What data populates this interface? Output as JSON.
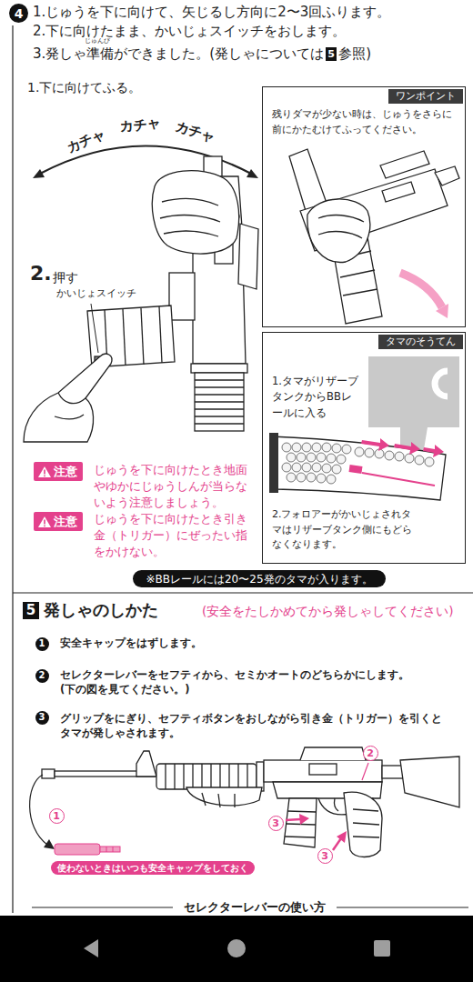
{
  "diagram": {
    "nodes": [
      {
        "text": [
          "4"
        ]
      },
      {
        "text": [
          "5"
        ]
      },
      {
        "text": [
          "注意"
        ]
      },
      {
        "text": [
          "注意"
        ]
      },
      {
        "text": [
          "ワンポイント",
          "残りダマが少ない時は、じゅうをさらに前にかたむけてふってください。"
        ]
      },
      {
        "text": [
          "タマのそうてん",
          "1.タマがリザーブタンクからBBレールに入る",
          "2.フォロアーがかいじょされタマはリザーブタンク側にもどらなくなります。"
        ]
      },
      {
        "text": [
          "※BBレールには20〜25発のタマが入ります。"
        ]
      },
      {
        "text": [
          "5"
        ]
      },
      {
        "text": [
          "1"
        ]
      },
      {
        "text": [
          "2"
        ]
      },
      {
        "text": [
          "3"
        ]
      },
      {
        "text": [
          "1"
        ]
      },
      {
        "text": [
          "2"
        ]
      },
      {
        "text": [
          "3"
        ]
      },
      {
        "text": [
          "3"
        ]
      },
      {
        "text": [
          "使わないときはいつも安全キャップをしておく"
        ]
      }
    ],
    "labels": [
      "1.じゅうを下に向けて、矢じるし方向に2〜3回ふります。",
      "2.下に向けたまま、かいじょスイッチをおします。",
      "じゅんび",
      "3.発しゃ準備ができました。(発しゃについては",
      "参照)",
      "1.下に向けてふる。",
      "カチャ",
      "カチャ",
      "カチャ",
      "2.",
      "押す",
      "かいじょスイッチ",
      "じゅうを下に向けたとき地面やゆかにじゅうしんが当らないよう注意しましょう。",
      "じゅうを下に向けたとき引き金（トリガー）にぜったい指をかけない。",
      "発しゃのしかた",
      "(安全をたしかめてから発しゃしてください)",
      "安全キャップをはずします。",
      "セレクターレバーをセフティから、セミかオートのどちらかにします。",
      "(下の図を見てください。)",
      "グリップをにぎり、セフティボタンをおしながら引き金（トリガー）を引くとタマが発しゃされます。",
      "セレクターレバーの使い方"
    ]
  }
}
